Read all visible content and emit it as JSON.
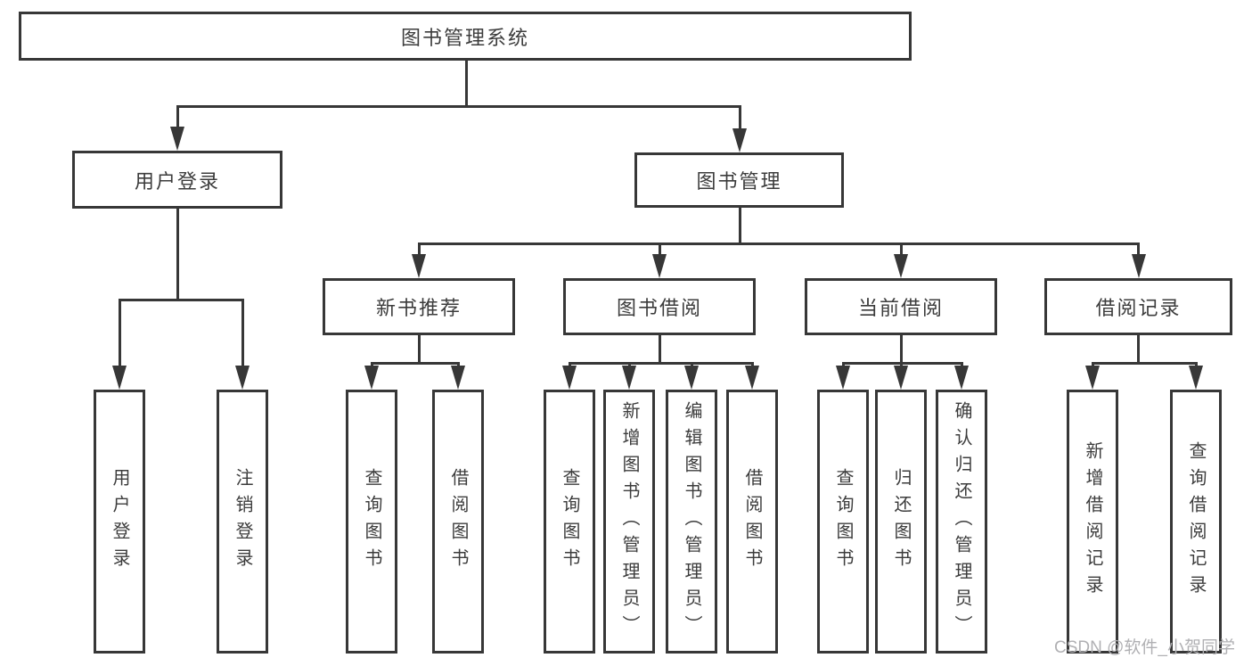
{
  "diagram": {
    "title_node": {
      "label": "图书管理系统"
    },
    "branches": [
      {
        "label": "用户登录",
        "leaves": [
          {
            "label": "用户登录"
          },
          {
            "label": "注销登录"
          }
        ]
      },
      {
        "label": "图书管理",
        "groups": [
          {
            "label": "新书推荐",
            "leaves": [
              {
                "label": "查询图书"
              },
              {
                "label": "借阅图书"
              }
            ]
          },
          {
            "label": "图书借阅",
            "leaves": [
              {
                "label": "查询图书"
              },
              {
                "label": "新增图书（管理员）"
              },
              {
                "label": "编辑图书（管理员）"
              },
              {
                "label": "借阅图书"
              }
            ]
          },
          {
            "label": "当前借阅",
            "leaves": [
              {
                "label": "查询图书"
              },
              {
                "label": "归还图书"
              },
              {
                "label": "确认归还（管理员）"
              }
            ]
          },
          {
            "label": "借阅记录",
            "leaves": [
              {
                "label": "新增借阅记录"
              },
              {
                "label": "查询借阅记录"
              }
            ]
          }
        ]
      }
    ]
  },
  "watermark": {
    "label": "CSDN @软件_小贺同学"
  },
  "colors": {
    "line": "#373737",
    "text": "#3c3c3c",
    "background": "#ffffff",
    "watermark": "#b0b0b3"
  }
}
